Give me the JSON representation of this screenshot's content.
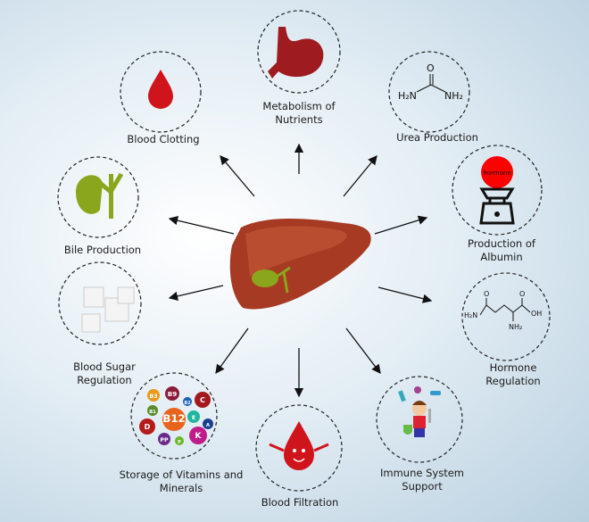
{
  "title": "Functions of the Liver",
  "center": {
    "name": "liver"
  },
  "functions": [
    {
      "id": "metabolism",
      "label": "Metabolism of Nutrients",
      "icon": "stomach-icon"
    },
    {
      "id": "clotting",
      "label": "Blood Clotting",
      "icon": "blood-drop-icon"
    },
    {
      "id": "urea",
      "label": "Urea Production",
      "icon": "urea-molecule-icon"
    },
    {
      "id": "bile",
      "label": "Bile Production",
      "icon": "gallbladder-icon"
    },
    {
      "id": "albumin",
      "label": "Production of Albumin",
      "icon": "scale-icon",
      "icon_text": "hormone"
    },
    {
      "id": "sugar",
      "label": "Blood Sugar Regulation",
      "icon": "sugar-cubes-icon"
    },
    {
      "id": "hormone",
      "label": "Hormone Regulation",
      "icon": "glutamine-molecule-icon"
    },
    {
      "id": "vitamins",
      "label": "Storage of Vitamins and Minerals",
      "icon": "vitamins-icon",
      "vitamin_labels": [
        "B3",
        "B9",
        "B2",
        "C",
        "B1",
        "B12",
        "E",
        "D",
        "A",
        "PP",
        "P",
        "K"
      ]
    },
    {
      "id": "filtration",
      "label": "Blood Filtration",
      "icon": "blood-drop-character-icon"
    },
    {
      "id": "immune",
      "label": "Immune System Support",
      "icon": "immune-hero-icon"
    }
  ],
  "chem": {
    "o": "O",
    "h2n": "H₂N",
    "nh2": "NH₂",
    "oh": "OH"
  },
  "colors": {
    "liver": "#a63a22",
    "blood": "#d0141c",
    "bile": "#8aa61c",
    "albumin": "#ff0000"
  }
}
